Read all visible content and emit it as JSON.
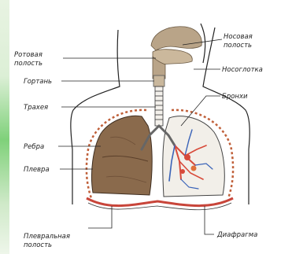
{
  "diagram": {
    "labels": {
      "nasal_cavity_line1": "Носовая",
      "nasal_cavity_line2": "полость",
      "oral_cavity_line1": "Ротовая",
      "oral_cavity_line2": "полость",
      "nasopharynx": "Носоглотка",
      "larynx": "Гортань",
      "trachea": "Трахея",
      "bronchi": "Бронхи",
      "ribs": "Ребра",
      "pleura": "Плевра",
      "pleural_cavity_line1": "Плевральная",
      "pleural_cavity_line2": "полость",
      "diaphragm": "Диафрагма"
    },
    "colors": {
      "outline": "#222222",
      "lung_left": "#8a6a4c",
      "lung_left_dark": "#6e5038",
      "lung_right": "#f2efe9",
      "bronchi_red": "#d84a3a",
      "bronchi_blue": "#3a63b8",
      "ribs": "#c0603a",
      "head_tan": "#b9a488",
      "diaphragm": "#c8453a"
    }
  }
}
